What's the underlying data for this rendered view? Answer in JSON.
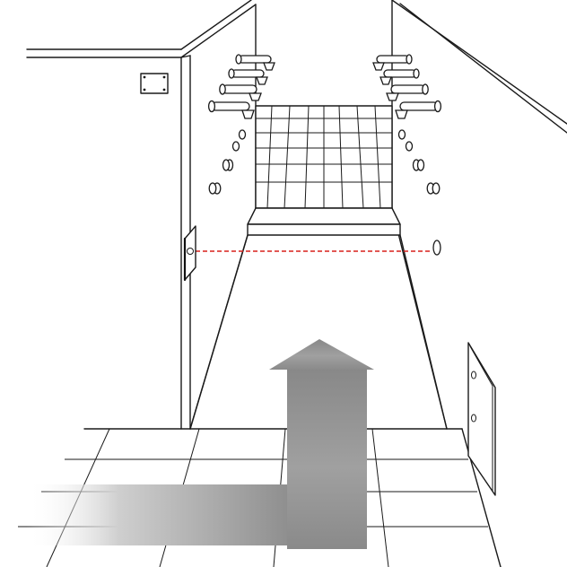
{
  "scene": {
    "subject": "walk-through-air-shower-tunnel",
    "colors": {
      "line": "#1a1a1a",
      "sensor_beam": "#d9211c",
      "arrow_dark": "#8c8c8c",
      "arrow_light": "#ffffff"
    },
    "nozzles_per_side": 4,
    "wall_vents_per_side": 5
  }
}
